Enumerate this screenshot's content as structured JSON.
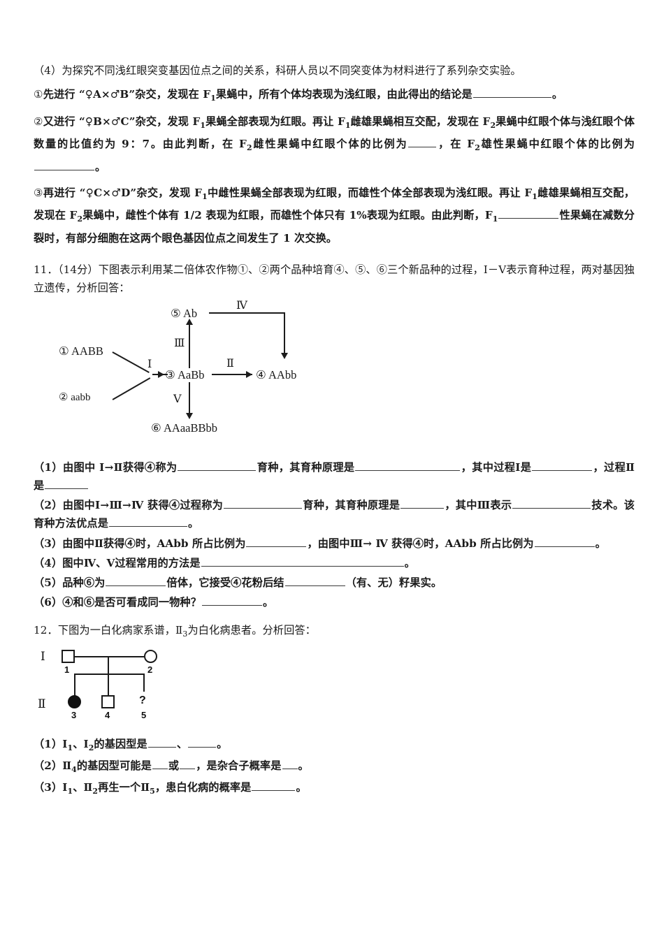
{
  "document": {
    "type": "biology-exam-paper",
    "language": "zh-CN"
  },
  "question10": {
    "part4_label": "（4）",
    "part4_text": "为探究不同浅红眼突变基因位点之间的关系，科研人员以不同突变体为材料进行了系列杂交实验。",
    "item1": {
      "marker": "①",
      "seg1": "先进行 “♀A×♂B”杂交，发现在 F",
      "sub1": "1",
      "seg2": "果蝇中，所有个体均表现为浅红眼，由此得出的结论是",
      "seg3": "。"
    },
    "item2": {
      "marker": "②",
      "seg1": "又进行 “♀B×♂C”杂交，发现 F",
      "sub1": "1",
      "seg2": "果蝇全部表现为红眼。再让 F",
      "sub2": "1",
      "seg3": "雌雄果蝇相互交配，发现在 F",
      "sub3": "2",
      "seg4": "果蝇中红眼个体与浅红眼个体数量的比值约为 9：7。由此判断，在 F",
      "sub4": "2",
      "seg5": "雌性果蝇中红眼个体的比例为",
      "seg6": "，在 F",
      "sub5": "2",
      "seg7": "雄性果蝇中红眼个体的比例为",
      "seg8": "。"
    },
    "item3": {
      "marker": "③",
      "seg1": "再进行 “♀C×♂D”杂交，发现 F",
      "sub1": "1",
      "seg2": "中雌性果蝇全部表现为红眼，而雄性个体全部表现为浅红眼。再让 F",
      "sub2": "1",
      "seg3": "雌雄果蝇相互交配，发现在 F",
      "sub3": "2",
      "seg4": "果蝇中，雌性个体有 1/2 表现为红眼，而雄性个体只有 1%表现为红眼。由此判断，F",
      "sub4": "1",
      "seg5": "性果蝇在减数分裂时，有部分细胞在这两个眼色基因位点之间发生了 1 次交换。"
    }
  },
  "question11": {
    "number": "11．",
    "score": "（14分）",
    "stem": "下图表示利用某二倍体农作物①、②两个品种培育④、⑤、⑥三个新品种的过程，Ⅰ－Ⅴ表示育种过程，两对基因独立遗传，分析回答：",
    "diagram": {
      "nodes": [
        {
          "id": "n5",
          "label": "⑤ Ab"
        },
        {
          "id": "n1",
          "label": "① AABB"
        },
        {
          "id": "n2",
          "label": "② aabb"
        },
        {
          "id": "n3",
          "label": "③ AaBb"
        },
        {
          "id": "n4",
          "label": "④ AAbb"
        },
        {
          "id": "n6",
          "label": "⑥ AAaaBBbb"
        }
      ],
      "process_labels": [
        {
          "id": "p1",
          "label": "Ⅰ"
        },
        {
          "id": "p2",
          "label": "Ⅱ"
        },
        {
          "id": "p3",
          "label": "Ⅲ"
        },
        {
          "id": "p4",
          "label": "Ⅳ"
        },
        {
          "id": "p5",
          "label": "Ⅴ"
        }
      ]
    },
    "sub1": {
      "marker": "（1）",
      "seg1": "由图中 Ⅰ→Ⅱ获得④称为",
      "seg2": "育种，其育种原理是",
      "seg3": "，其中过程Ⅰ是",
      "seg4": "，过程Ⅱ是"
    },
    "sub2": {
      "marker": "（2）",
      "seg1": "由图中Ⅰ→Ⅲ→Ⅳ 获得④过程称为",
      "seg2": "育种，其育种原理是",
      "seg3": "，其中Ⅲ表示",
      "seg4": "技术。该育种方法优点是",
      "seg5": "。"
    },
    "sub3": {
      "marker": "（3）",
      "seg1": "由图中Ⅱ获得④时，AAbb 所占比例为",
      "seg2": "，由图中Ⅲ→ Ⅳ 获得④时，AAbb 所占比例为",
      "seg3": "。"
    },
    "sub4": {
      "marker": "（4）",
      "seg1": "图中Ⅳ、Ⅴ过程常用的方法是",
      "seg2": "。"
    },
    "sub5": {
      "marker": "（5）",
      "seg1": "品种⑥为",
      "seg2": "倍体，它接受④花粉后结",
      "seg3": "（有、无）籽果实。"
    },
    "sub6": {
      "marker": "（6）",
      "seg1": "④和⑥是否可看成同一物种？",
      "seg2": "。"
    }
  },
  "question12": {
    "number": "12．",
    "stem_part1": "下图为一白化病家系谱，Ⅱ",
    "stem_sub": "3",
    "stem_part2": "为白化病患者。分析回答：",
    "pedigree": {
      "generations": [
        "Ⅰ",
        "Ⅱ"
      ],
      "individuals": [
        {
          "id": "I-1",
          "number": "1",
          "shape": "square",
          "affected": false
        },
        {
          "id": "I-2",
          "number": "2",
          "shape": "circle",
          "affected": false
        },
        {
          "id": "II-3",
          "number": "3",
          "shape": "circle",
          "affected": true
        },
        {
          "id": "II-4",
          "number": "4",
          "shape": "square",
          "affected": false
        },
        {
          "id": "II-5",
          "number": "5",
          "shape": "unknown",
          "affected": false,
          "glyph": "?"
        }
      ]
    },
    "sub1": {
      "marker": "（1）",
      "seg1": "Ⅰ",
      "sub_a": "1",
      "seg2": "、Ⅰ",
      "sub_b": "2",
      "seg3": "的基因型是",
      "seg4": "、",
      "seg5": "。"
    },
    "sub2": {
      "marker": "（2）",
      "seg1": "Ⅱ",
      "sub_a": "4",
      "seg2": "的基因型可能是",
      "seg3": "或",
      "seg4": "，是杂合子概率是",
      "seg5": "。"
    },
    "sub3": {
      "marker": "（3）",
      "seg1": "Ⅰ",
      "sub_a": "1",
      "seg2": "、Ⅱ",
      "sub_b": "2",
      "seg3": "再生一个Ⅱ",
      "sub_c": "5",
      "seg4": "，患白化病的概率是",
      "seg5": "。"
    }
  }
}
